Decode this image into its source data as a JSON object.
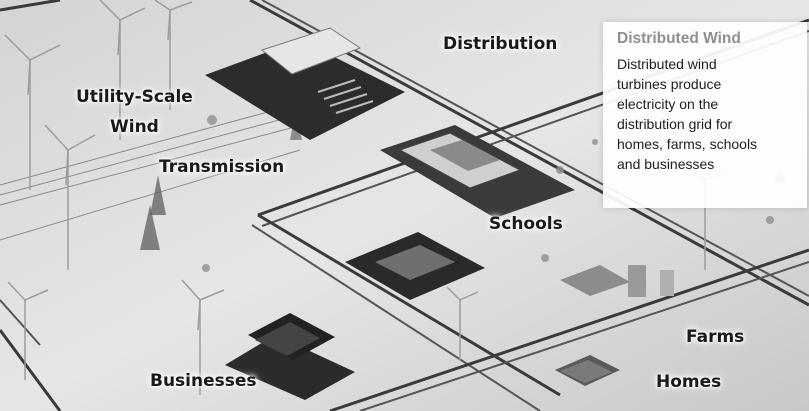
{
  "labels": {
    "utility_scale_line1": "Utility-Scale",
    "utility_scale_line2": "Wind",
    "distribution": "Distribution",
    "transmission": "Transmission",
    "schools": "Schools",
    "farms": "Farms",
    "businesses": "Businesses",
    "homes": "Homes"
  },
  "callout": {
    "title": "Distributed Wind",
    "body_lines": [
      "Distributed wind",
      "turbines produce",
      "electricity on the",
      "distribution grid for",
      "homes, farms, schools",
      "and businesses"
    ]
  }
}
